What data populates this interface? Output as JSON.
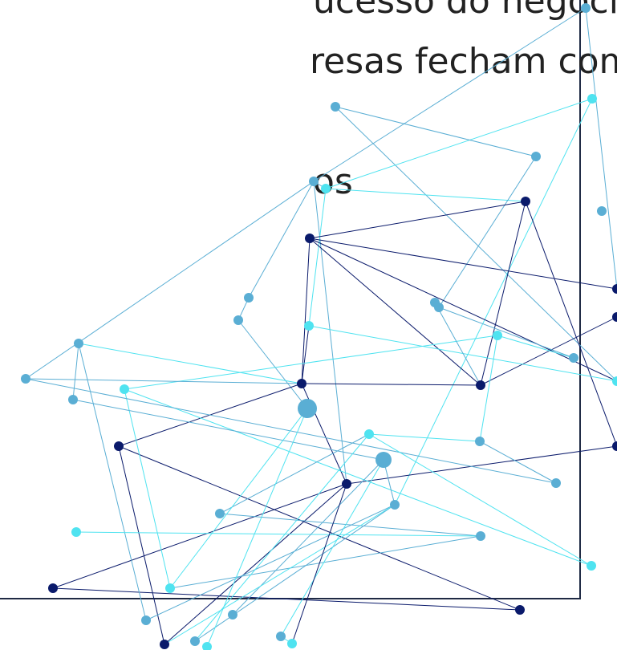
{
  "slide": {
    "text_lines": [
      "ucesso do negócio",
      "resas fecham com",
      "os"
    ]
  },
  "colors": {
    "frame": "#1f2a44",
    "text": "#222222",
    "navy": "#0a1a6b",
    "blue": "#5aaed4",
    "cyan": "#4fe3f0"
  }
}
